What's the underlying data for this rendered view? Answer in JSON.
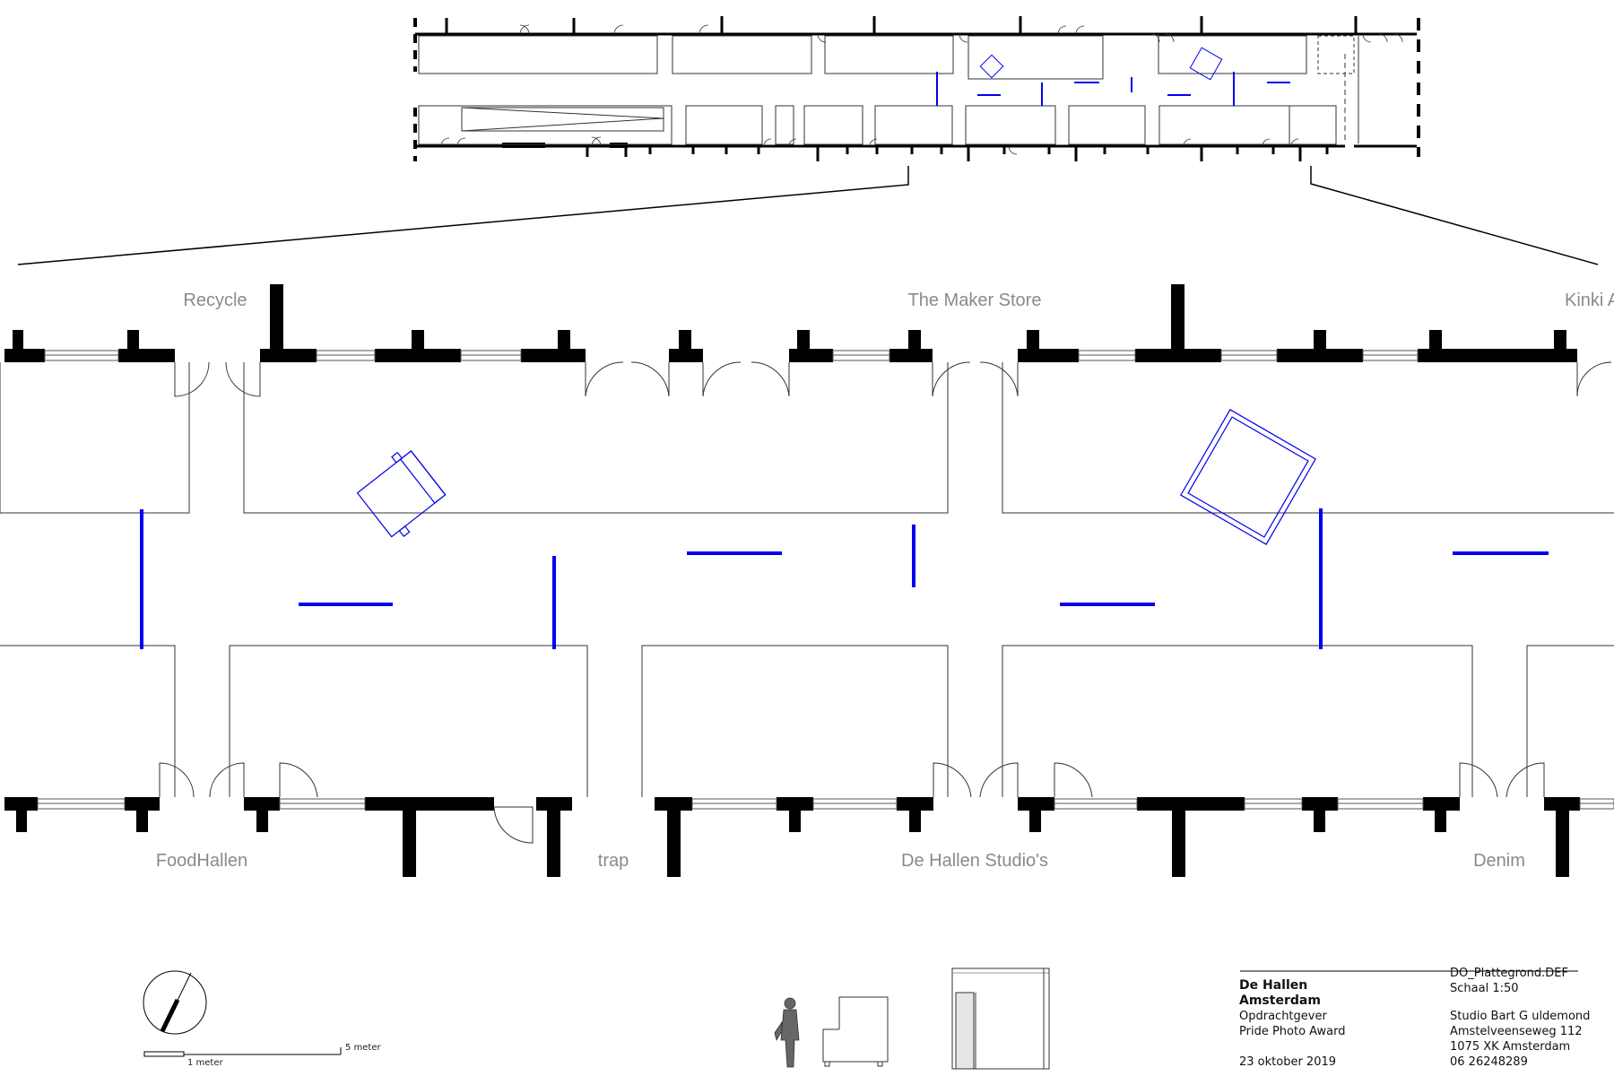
{
  "room_labels": {
    "recycle": "Recycle",
    "maker_store": "The Maker Store",
    "kinki": "Kinki A",
    "foodhallen": "FoodHallen",
    "trap": "trap",
    "studios": "De Hallen Studio's",
    "denim": "Denim"
  },
  "scale_bar": {
    "small": "1 meter",
    "large": "5 meter"
  },
  "title_block": {
    "venue_line1": "De Hallen",
    "venue_line2": "Amsterdam",
    "client_label": "Opdrachtgever",
    "client": "Pride Photo Award",
    "date": "23 oktober 2019",
    "file": "DO_Plattegrond.DEF",
    "scale": "Schaal 1:50",
    "studio": "Studio Bart G uldemond",
    "street": "Amstelveenseweg 112",
    "city": "1075 XK Amsterdam",
    "phone": "06 26248289"
  },
  "colors": {
    "wall": "#000000",
    "line": "#555555",
    "blue": "#0000ee",
    "label": "#8a8a8a"
  },
  "icons": [
    "north-arrow-icon",
    "person-silhouette-icon"
  ]
}
